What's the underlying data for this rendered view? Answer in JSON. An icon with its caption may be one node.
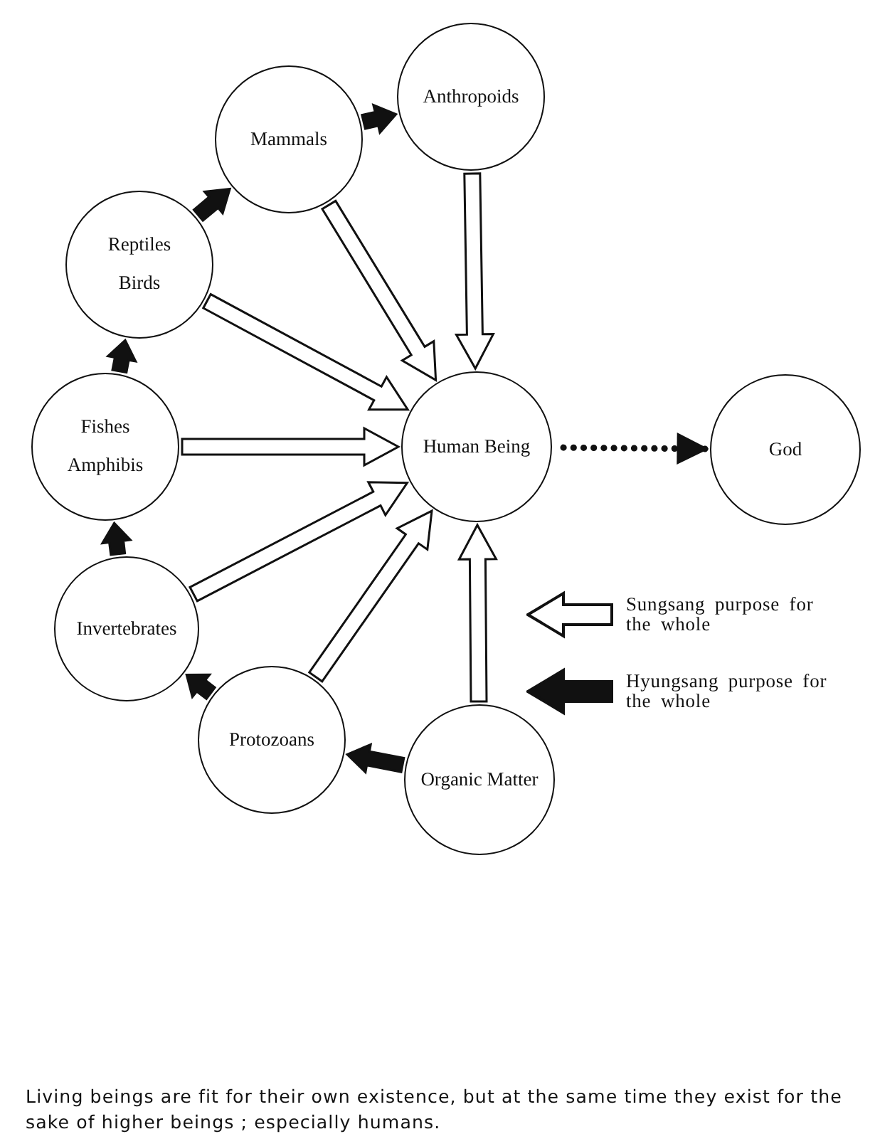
{
  "diagram": {
    "caption": "Living beings are fit for their own existence, but at the same time they exist for the sake of higher beings ; especially humans.",
    "nodes": [
      {
        "text": [
          "Anthropoids"
        ]
      },
      {
        "text": [
          "Mammals"
        ]
      },
      {
        "text": [
          "Reptiles",
          "Birds"
        ]
      },
      {
        "text": [
          "Human Being"
        ]
      },
      {
        "text": [
          "God"
        ]
      },
      {
        "text": [
          "Fishes",
          "Amphibis"
        ]
      },
      {
        "text": [
          "Invertebrates"
        ]
      },
      {
        "text": [
          "Protozoans"
        ]
      },
      {
        "text": [
          "Organic Matter"
        ]
      }
    ],
    "edges": [
      {
        "from": 0,
        "to": 3,
        "arrow": "to"
      },
      {
        "from": 1,
        "to": 3,
        "arrow": "to"
      },
      {
        "from": 2,
        "to": 3,
        "arrow": "to"
      },
      {
        "from": 5,
        "to": 3,
        "arrow": "to"
      },
      {
        "from": 6,
        "to": 3,
        "arrow": "to"
      },
      {
        "from": 7,
        "to": 3,
        "arrow": "to"
      },
      {
        "from": 8,
        "to": 3,
        "arrow": "to"
      },
      {
        "from": 3,
        "to": 4,
        "arrow": "to",
        "style": "dashed"
      },
      {
        "from": 8,
        "to": 7,
        "arrow": "to",
        "style": "thick"
      },
      {
        "from": 7,
        "to": 6,
        "arrow": "to",
        "style": "thick"
      },
      {
        "from": 6,
        "to": 5,
        "arrow": "to",
        "style": "thick"
      },
      {
        "from": 5,
        "to": 2,
        "arrow": "to",
        "style": "thick"
      },
      {
        "from": 2,
        "to": 1,
        "arrow": "to",
        "style": "thick"
      },
      {
        "from": 1,
        "to": 0,
        "arrow": "to",
        "style": "thick"
      }
    ],
    "legend": [
      {
        "text": "Sungsang purpose for the whole"
      },
      {
        "text": "Hyungsang purpose for the whole"
      }
    ]
  }
}
